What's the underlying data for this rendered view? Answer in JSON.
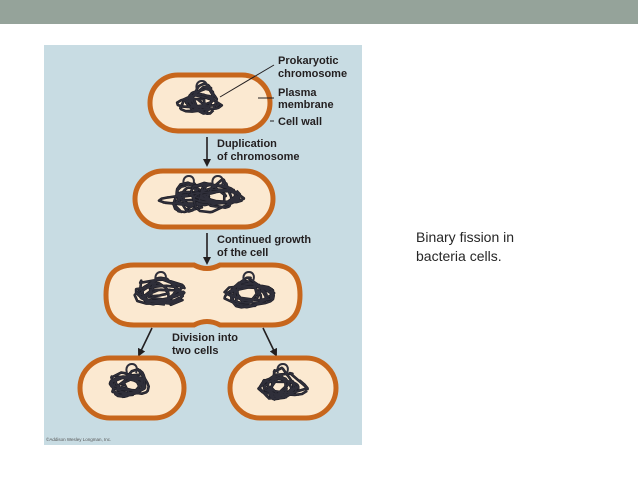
{
  "colors": {
    "top_bar": "#95a39a",
    "panel_background": "#c8dce3",
    "cell_wall": "#c7661c",
    "cell_fill": "#fbe9d1",
    "chromosome": "#2f2f3a",
    "text": "#231f20"
  },
  "diagram": {
    "labels": {
      "prokaryotic_chromosome": [
        "Prokaryotic",
        "chromosome"
      ],
      "plasma_membrane": [
        "Plasma",
        "membrane"
      ],
      "cell_wall": "Cell wall",
      "step_duplication": [
        "Duplication",
        "of chromosome"
      ],
      "step_growth": [
        "Continued growth",
        "of the cell"
      ],
      "step_division": [
        "Division into",
        "two cells"
      ]
    },
    "credit": "©Addison Wesley Longman, Inc."
  },
  "caption": {
    "line1": "Binary fission in",
    "line2": "bacteria cells."
  }
}
